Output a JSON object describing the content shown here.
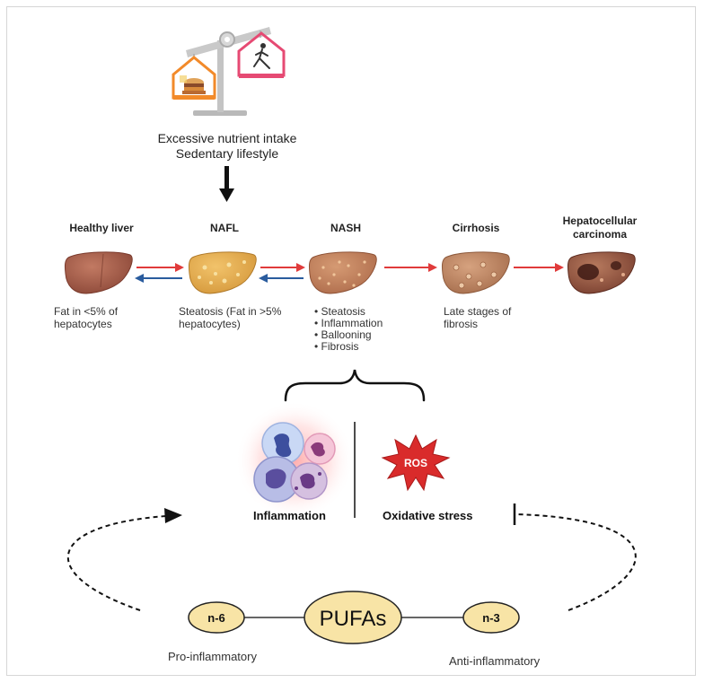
{
  "lifestyle": {
    "line1": "Excessive nutrient intake",
    "line2": "Sedentary lifestyle"
  },
  "stages": [
    {
      "name": "Healthy liver",
      "desc": "Fat in <5% of hepatocytes"
    },
    {
      "name": "NAFL",
      "desc": "Steatosis (Fat in >5% hepatocytes)"
    },
    {
      "name": "NASH",
      "bullets": [
        "Steatosis",
        "Inflammation",
        "Ballooning",
        "Fibrosis"
      ]
    },
    {
      "name": "Cirrhosis",
      "desc": "Late stages of fibrosis"
    },
    {
      "name": "Hepatocellular carcinoma"
    }
  ],
  "effects": {
    "inflammation": "Inflammation",
    "oxidative": "Oxidative stress",
    "ros": "ROS"
  },
  "pufa": {
    "center": "PUFAs",
    "n6": "n-6",
    "n3": "n-3",
    "n6_role": "Pro-inflammatory",
    "n3_role": "Anti-inflammatory"
  },
  "colors": {
    "forward_arrow": "#e03b3b",
    "reverse_arrow": "#2a5c9e",
    "pufa_fill": "#f8e4a6",
    "ros_fill": "#d92b2b"
  }
}
